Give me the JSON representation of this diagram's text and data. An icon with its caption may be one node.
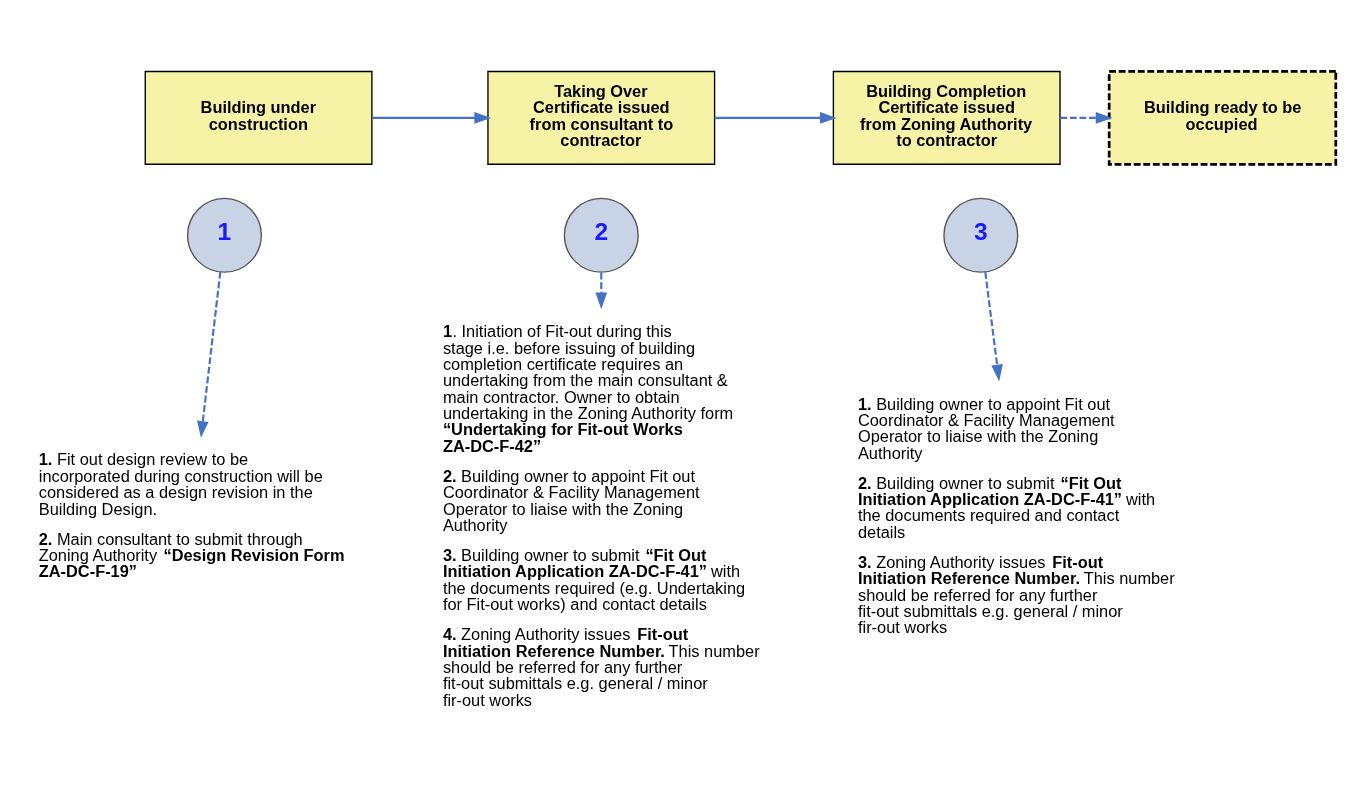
{
  "diagram": {
    "nodes": [
      {
        "text": [
          "Building under construction"
        ]
      },
      {
        "text": [
          "Taking Over Certificate issued from consultant to contractor"
        ]
      },
      {
        "text": [
          "Building Completion Certificate issued from Zoning Authority to contractor"
        ]
      },
      {
        "text": [
          "Building ready to be occupied"
        ]
      },
      {
        "text": [
          "1"
        ]
      },
      {
        "text": [
          "2"
        ]
      },
      {
        "text": [
          "3"
        ]
      },
      {
        "text": [
          "**1.** Fit out design review to be incorporated during construction will be considered as a design revision in the Building Design.",
          "**2.** Main consultant to submit through Zoning Authority **“Design Revision Form ZA-DC-F-19”**"
        ]
      },
      {
        "text": [
          "**1**. Initiation of Fit-out during this stage i.e. before issuing of building completion certificate requires an undertaking from the main consultant & main contractor. Owner to obtain undertaking in the Zoning Authority form **“Undertaking for Fit-out Works ZA-DC-F-42”**",
          "**2.** Building owner to appoint Fit out Coordinator & Facility Management Operator to liaise with the Zoning Authority",
          "**3.** Building owner to submit **“Fit Out Initiation Application ZA-DC-F-41”** with the documents required (e.g. Undertaking for Fit-out works) and contact details",
          "**4.** Zoning Authority issues **Fit-out Initiation Reference Number.** This number should be referred for any further fit-out submittals e.g. general / minor fir-out works"
        ]
      },
      {
        "text": [
          "**1.** Building owner to appoint Fit out Coordinator & Facility Management Operator to liaise with the Zoning Authority",
          "**2.** Building owner to submit **“Fit Out Initiation Application ZA-DC-F-41”** with the documents required and contact details",
          "**3.** Zoning Authority issues **Fit-out Initiation Reference Number.** This number should be referred for any further fit-out submittals e.g. general / minor fir-out works"
        ]
      }
    ],
    "edges": [
      {
        "from": 0,
        "to": 1,
        "arrow": "to"
      },
      {
        "from": 1,
        "to": 2,
        "arrow": "to"
      },
      {
        "from": 2,
        "to": 3,
        "arrow": "to",
        "style": "dashed"
      },
      {
        "from": 4,
        "to": 7,
        "arrow": "to",
        "style": "dashed"
      },
      {
        "from": 5,
        "to": 8,
        "arrow": "to",
        "style": "dashed"
      },
      {
        "from": 6,
        "to": 9,
        "arrow": "to",
        "style": "dashed"
      }
    ]
  }
}
